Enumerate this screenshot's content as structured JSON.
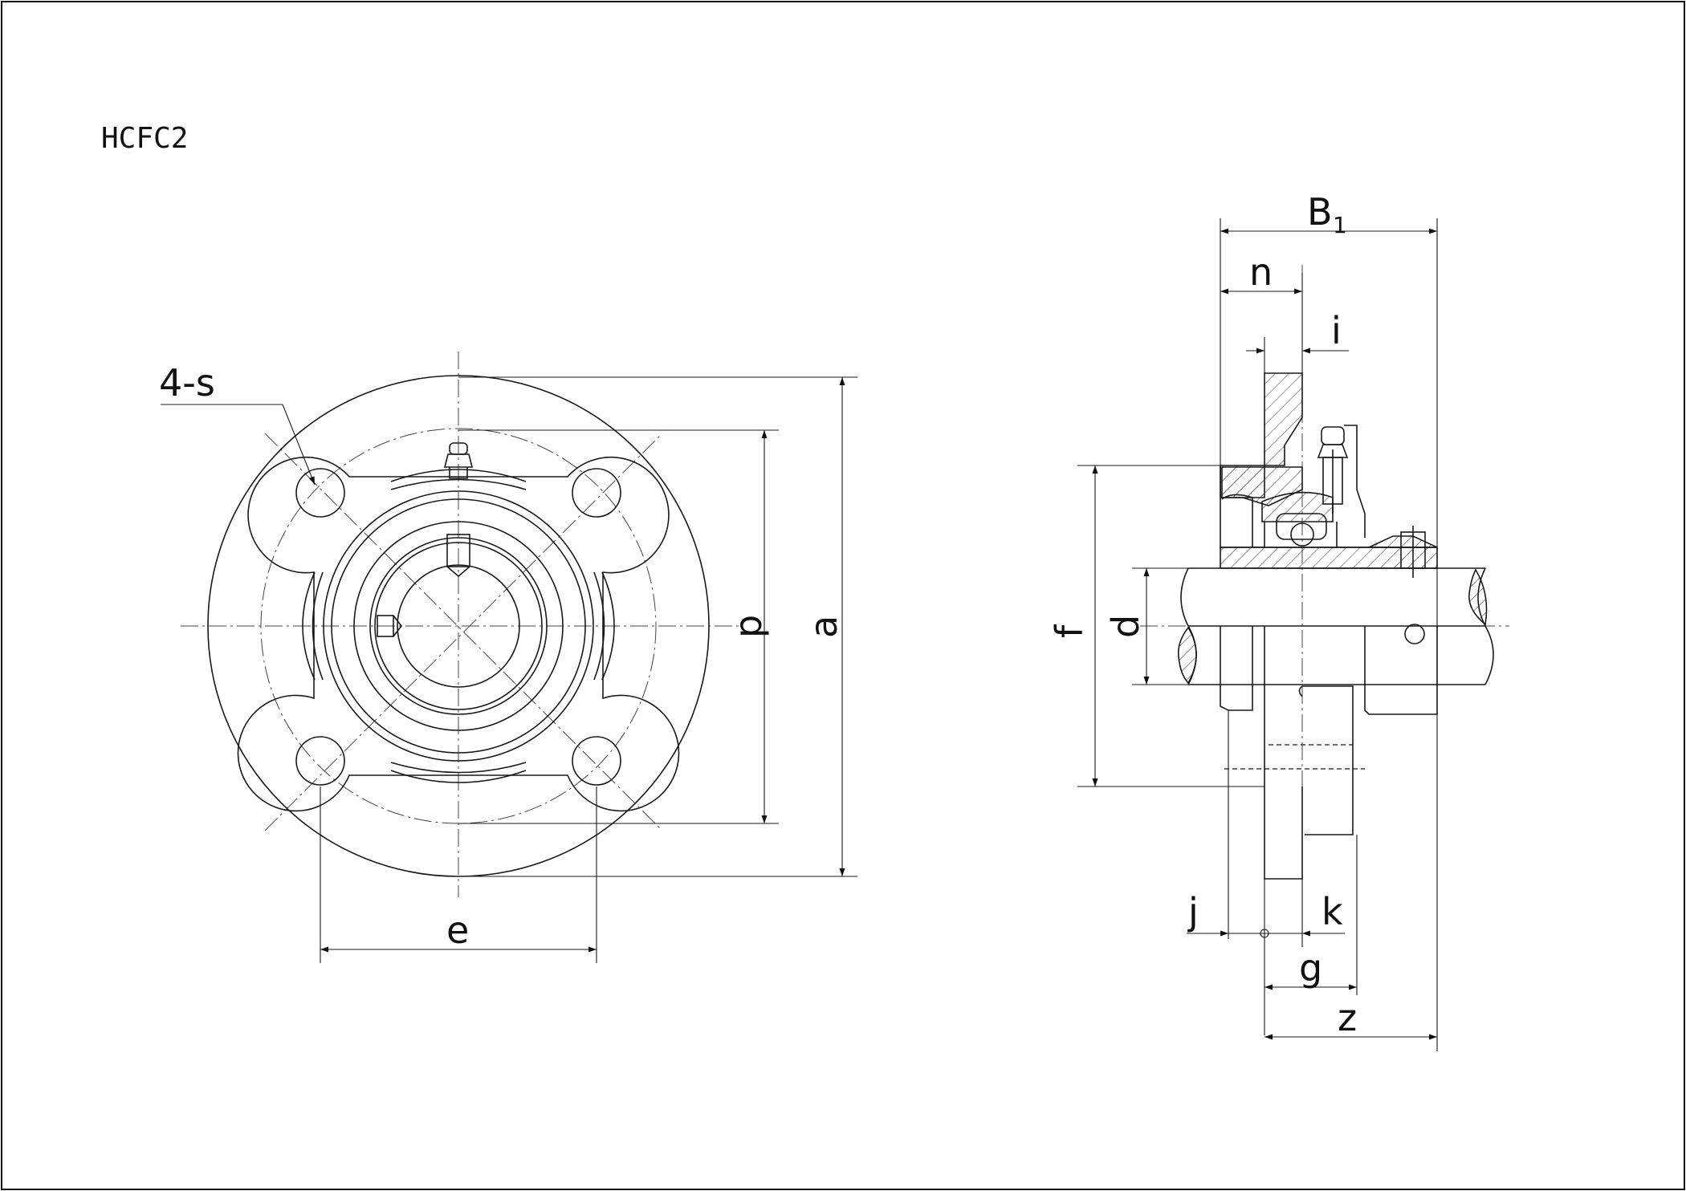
{
  "title": "HCFC2",
  "front_view": {
    "hole_label": "4-s",
    "dim_e": "e",
    "dim_p": "p",
    "dim_a": "a"
  },
  "side_view": {
    "dim_B1_main": "B",
    "dim_B1_sub": "1",
    "dim_n": "n",
    "dim_i": "i",
    "dim_f": "f",
    "dim_d": "d",
    "dim_j": "j",
    "dim_k": "k",
    "dim_g": "g",
    "dim_z": "z"
  }
}
